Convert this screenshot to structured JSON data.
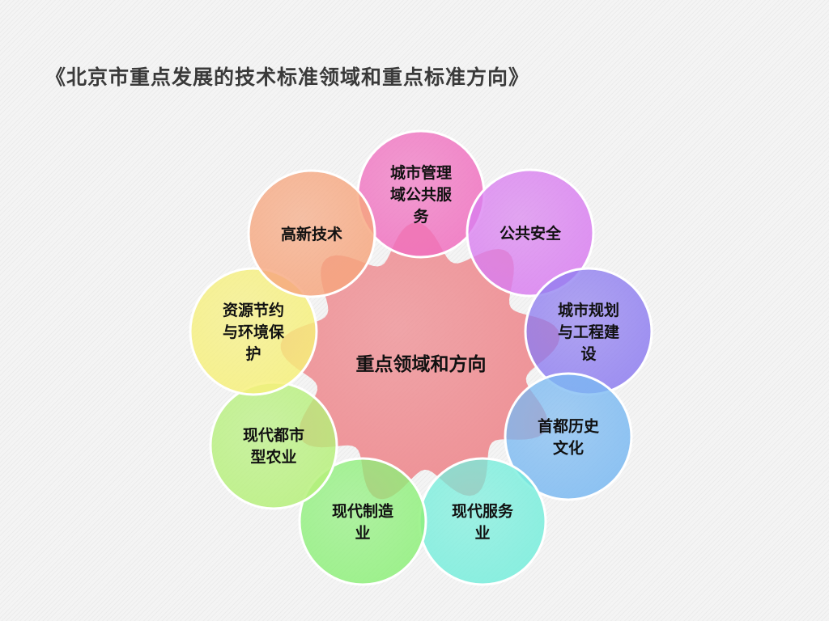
{
  "title": "《北京市重点发展的技术标准领域和重点标准方向》",
  "center": {
    "label": "重点领域和方向",
    "color": "#ee8a8f"
  },
  "nodes": [
    {
      "lines": [
        "城市管理",
        "域公共服",
        "务"
      ],
      "color": "#f06fbf"
    },
    {
      "lines": [
        "公共安全"
      ],
      "color": "#d97ef0"
    },
    {
      "lines": [
        "城市规划",
        "与工程建",
        "设"
      ],
      "color": "#8e7df0"
    },
    {
      "lines": [
        "首都历史",
        "文化"
      ],
      "color": "#7ab9f2"
    },
    {
      "lines": [
        "现代服务",
        "业"
      ],
      "color": "#76eedc"
    },
    {
      "lines": [
        "现代制造",
        "业"
      ],
      "color": "#8ef07a"
    },
    {
      "lines": [
        "现代都市",
        "型农业"
      ],
      "color": "#b6f07a"
    },
    {
      "lines": [
        "资源节约",
        "与环境保",
        "护"
      ],
      "color": "#f6f07a"
    },
    {
      "lines": [
        "高新技术"
      ],
      "color": "#f6a67e"
    }
  ]
}
